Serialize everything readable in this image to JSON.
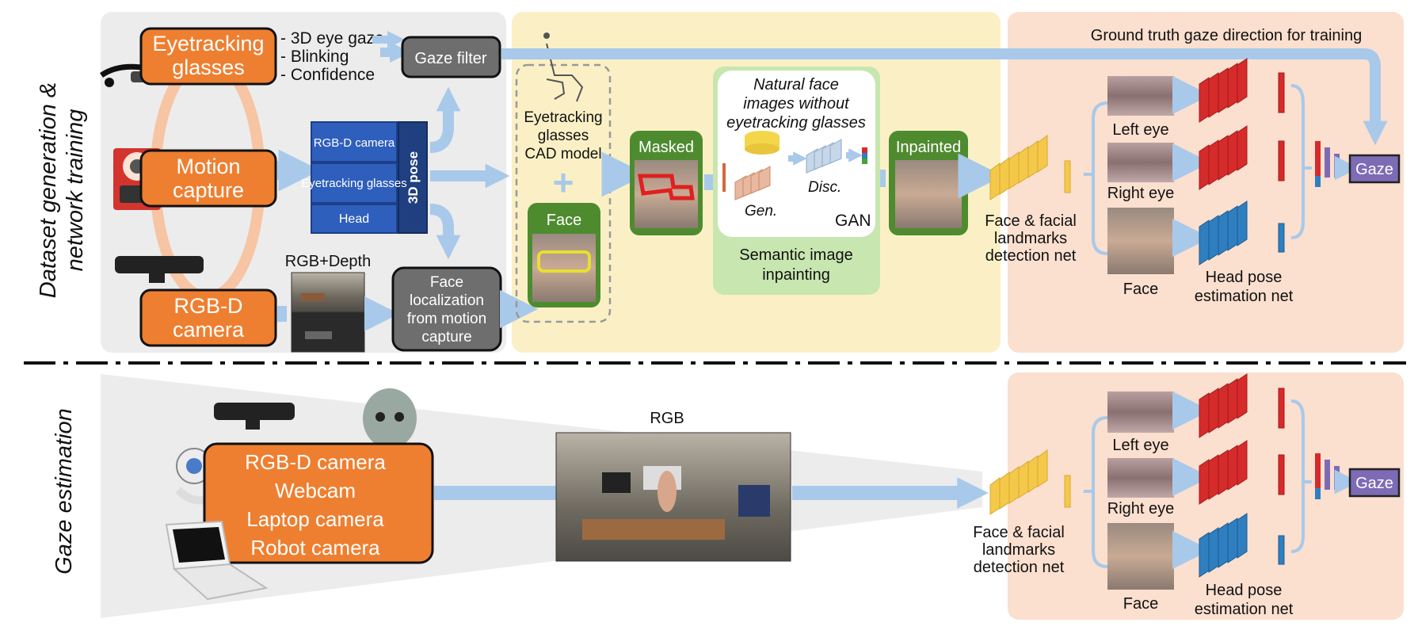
{
  "colors": {
    "panel_gray": "#ececec",
    "panel_yellow": "#fbf0c5",
    "panel_peach": "#fbdfcf",
    "orange": "#ee7f30",
    "green_box": "#4e8b2f",
    "green_light": "#c8e6b0",
    "blue_box": "#2f5fbd",
    "gray_box": "#6e6e6e",
    "arrow": "#a8c9ea",
    "red_net": "#d62b2b",
    "blue_net": "#2f7fc0",
    "yellow_net": "#f4c94a",
    "gaze_box": "#7e6bb5"
  },
  "side_labels": {
    "top_line1": "Dataset generation &",
    "top_line2": "network training",
    "bottom": "Gaze estimation"
  },
  "top": {
    "eyetracking_glasses_l1": "Eyetracking",
    "eyetracking_glasses_l2": "glasses",
    "eye_outputs": [
      "- 3D eye gaze",
      "- Blinking",
      "- Confidence"
    ],
    "gaze_filter": "Gaze filter",
    "motion_capture_l1": "Motion",
    "motion_capture_l2": "capture",
    "rgbd_camera_l1": "RGB-D",
    "rgbd_camera_l2": "camera",
    "pose_rows": [
      "RGB-D camera",
      "Eyetracking glasses",
      "Head"
    ],
    "pose_label": "3D pose",
    "rgb_depth": "RGB+Depth",
    "face_loc": [
      "Face",
      "localization",
      "from motion",
      "capture"
    ],
    "cad_label": [
      "Eyetracking",
      "glasses",
      "CAD model"
    ],
    "face_box": "Face",
    "masked_box": "Masked",
    "natural_faces": [
      "Natural face",
      "images without",
      "eyetracking glasses"
    ],
    "gen": "Gen.",
    "disc": "Disc.",
    "gan": "GAN",
    "semantic": [
      "Semantic image",
      "inpainting"
    ],
    "inpainted_box": "Inpainted",
    "ground_truth": "Ground truth gaze direction for training",
    "landmarks_net": [
      "Face & facial",
      "landmarks",
      "detection net"
    ],
    "left_eye": "Left eye",
    "right_eye": "Right eye",
    "face": "Face",
    "head_pose_net": [
      "Head pose",
      "estimation net"
    ],
    "gaze": "Gaze"
  },
  "bottom": {
    "cameras": [
      "RGB-D camera",
      "Webcam",
      "Laptop camera",
      "Robot camera"
    ],
    "rgb": "RGB",
    "landmarks_net": [
      "Face & facial",
      "landmarks",
      "detection net"
    ],
    "left_eye": "Left eye",
    "right_eye": "Right eye",
    "face": "Face",
    "head_pose_net": [
      "Head pose",
      "estimation net"
    ],
    "gaze": "Gaze"
  }
}
